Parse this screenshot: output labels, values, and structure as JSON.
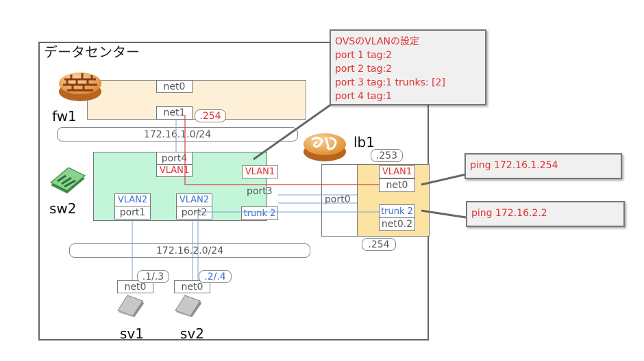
{
  "datacenter": {
    "title": "データセンター"
  },
  "fw1": {
    "name": "fw1",
    "if_net0": "net0",
    "if_net1": "net1",
    "ip_net1": ".254"
  },
  "net_a": {
    "label": "172.16.1.0/24"
  },
  "net_b": {
    "label": "172.16.2.0/24"
  },
  "sw2": {
    "name": "sw2",
    "port4": "port4",
    "port4_vlan": "VLAN1",
    "port3": "port3",
    "port3_vlan": "VLAN1",
    "port3_trunk": "trunk 2",
    "port1": "port1",
    "port1_vlan": "VLAN2",
    "port2": "port2",
    "port2_vlan": "VLAN2"
  },
  "lb1": {
    "name": "lb1",
    "port0": "port0",
    "ip_top": ".253",
    "ip_bottom": ".254",
    "vlan1": "VLAN1",
    "net0": "net0",
    "trunk2": "trunk 2",
    "net0_2": "net0.2"
  },
  "sv1": {
    "name": "sv1",
    "net0": "net0",
    "ip": ".1/.3"
  },
  "sv2": {
    "name": "sv2",
    "net0": "net0",
    "ip": ".2/.4"
  },
  "ovs_note": {
    "lines": [
      "OVSのVLANの設定",
      "port 1 tag:2",
      "port 2 tag:2",
      "port 3 tag:1 trunks: [2]",
      "port 4 tag:1"
    ]
  },
  "ping1": {
    "text": "ping 172.16.1.254"
  },
  "ping2": {
    "text": "ping 172.16.2.2"
  },
  "colors": {
    "red": "#e03030",
    "blue": "#3a6fd0",
    "fw_fill": "#fdf0d6",
    "sw_fill": "#c3f5d8",
    "lb_fill": "#fde3a2"
  }
}
